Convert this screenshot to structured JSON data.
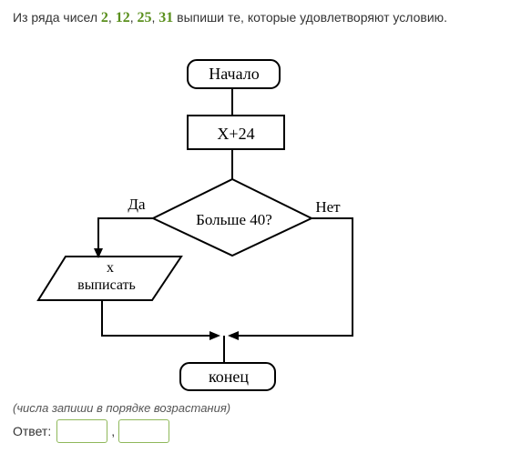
{
  "task": {
    "prefix": "Из ряда чисел",
    "numbers": [
      "2",
      "12",
      "25",
      "31"
    ],
    "sep1": ", ",
    "sep2": ", ",
    "sep3": ", ",
    "suffix": "выпиши те, которые удовлетворяют условию."
  },
  "flowchart": {
    "start": "Начало",
    "process": "X+24",
    "decision": "Больше 40?",
    "yes": "Да",
    "no": "Нет",
    "output_line1": "x",
    "output_line2": "выписать",
    "end": "конец"
  },
  "hint": "(числа запиши в порядке возрастания)",
  "answer": {
    "label": "Ответ:",
    "separator": ",",
    "field1_value": "",
    "field2_value": ""
  },
  "colors": {
    "number_accent": "#5a8f1d",
    "input_border": "#8fb85a"
  }
}
